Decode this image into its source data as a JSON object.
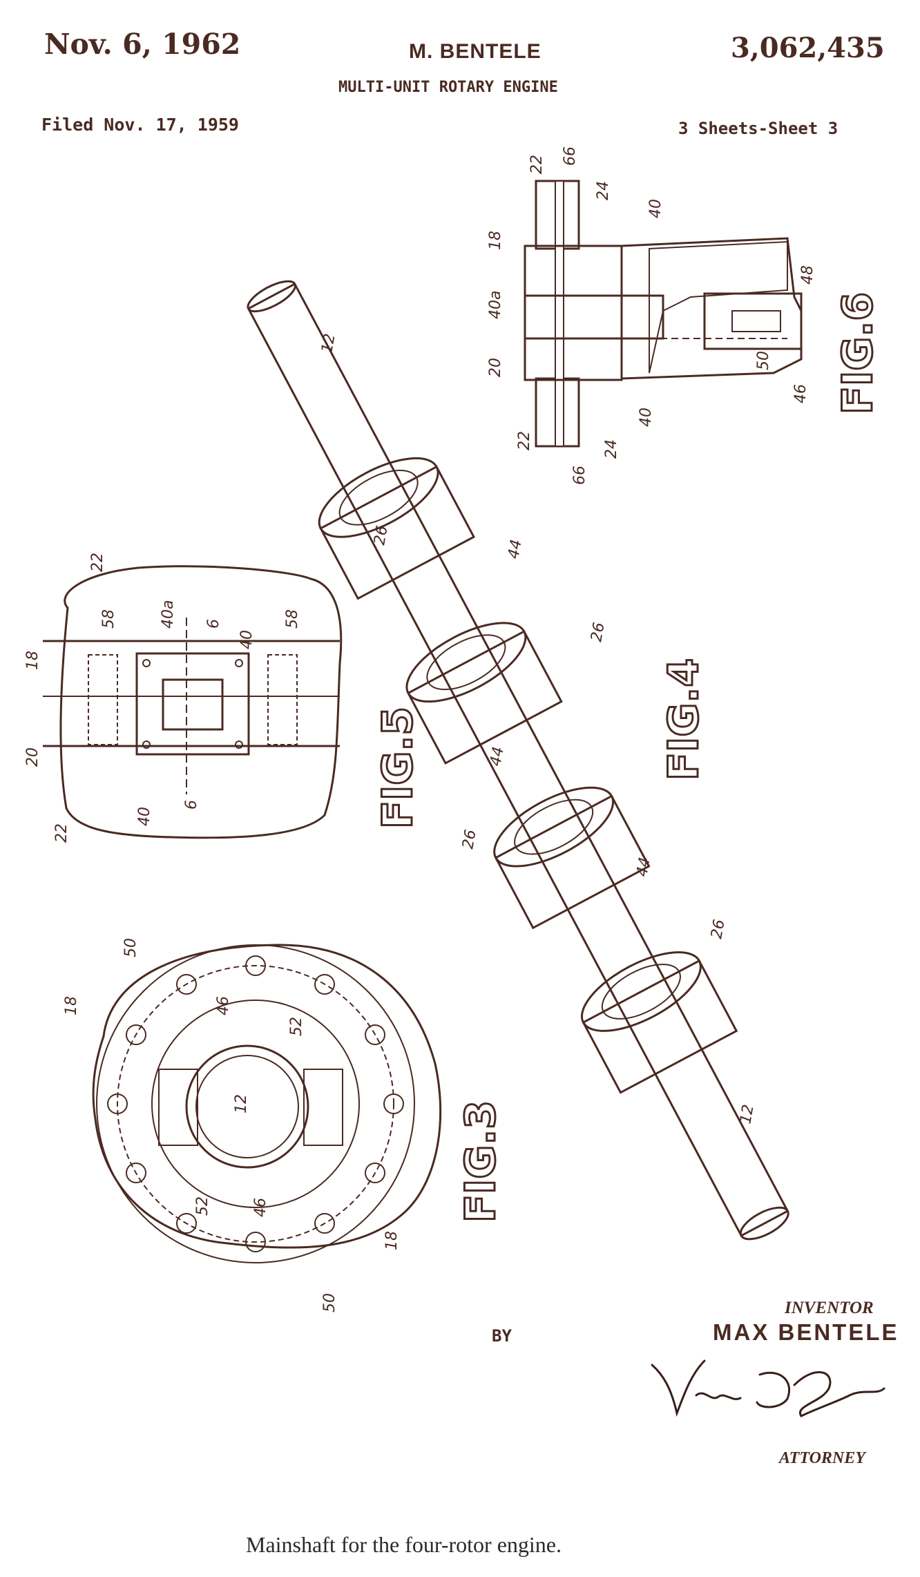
{
  "header": {
    "date": "Nov. 6, 1962",
    "inventor": "M. BENTELE",
    "patent_number": "3,062,435",
    "title": "MULTI-UNIT ROTARY ENGINE",
    "filed": "Filed Nov. 17, 1959",
    "sheet": "3 Sheets-Sheet 3"
  },
  "figures": {
    "fig3": {
      "label": "FIG.3",
      "refs": [
        "50",
        "18",
        "46",
        "52",
        "12",
        "52",
        "46",
        "18",
        "50"
      ]
    },
    "fig4": {
      "label": "FIG.4",
      "refs": [
        "12",
        "26",
        "44",
        "26",
        "44",
        "26",
        "44",
        "26",
        "12"
      ]
    },
    "fig5": {
      "label": "FIG.5",
      "refs": [
        "22",
        "18",
        "58",
        "40a",
        "6",
        "40",
        "58",
        "20",
        "40",
        "6",
        "22"
      ]
    },
    "fig6": {
      "label": "FIG.6",
      "refs": [
        "22",
        "66",
        "24",
        "40",
        "18",
        "40a",
        "48",
        "20",
        "50",
        "46",
        "40",
        "22",
        "24",
        "66"
      ]
    }
  },
  "signature_block": {
    "by": "BY",
    "inventor_label": "INVENTOR",
    "inventor_name": "MAX BENTELE",
    "signature": "Victor D. Behn",
    "attorney_label": "ATTORNEY"
  },
  "caption": "Mainshaft for the four-rotor engine."
}
